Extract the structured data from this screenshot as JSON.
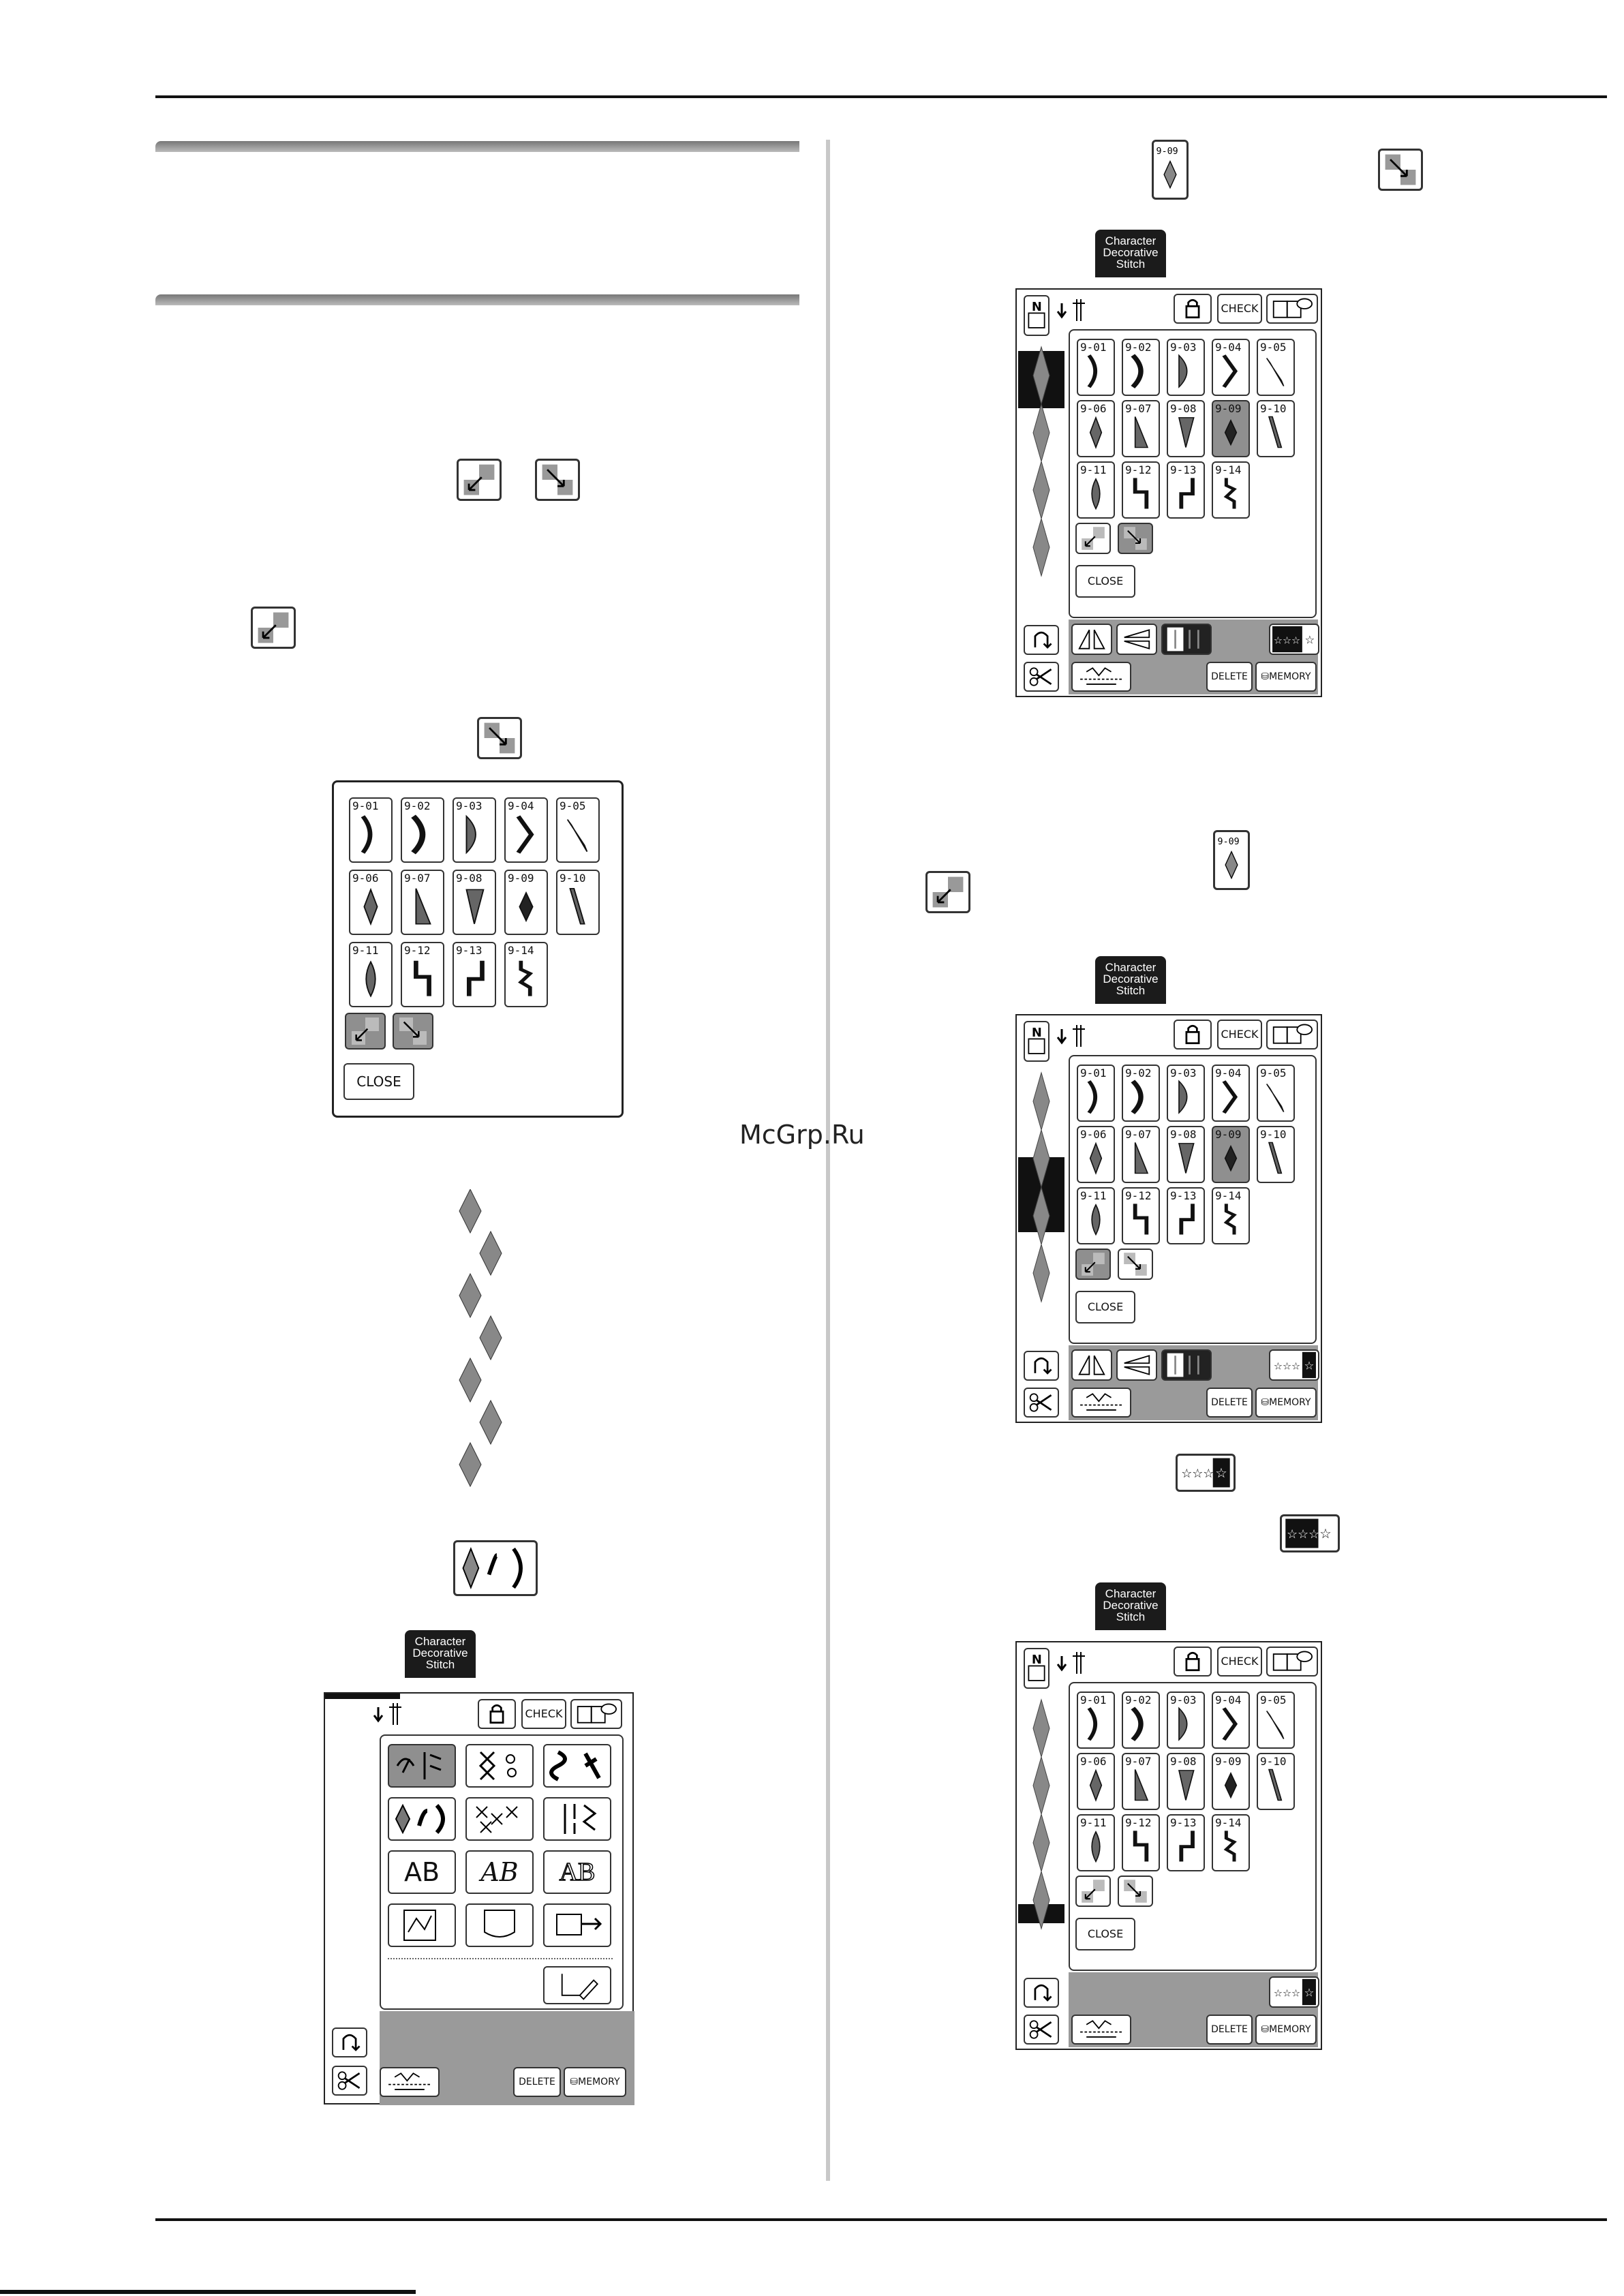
{
  "watermark": "McGrp.Ru",
  "screen_tab": {
    "line1": "Character",
    "line2": "Decorative",
    "line3": "Stitch"
  },
  "buttons": {
    "check": "CHECK",
    "close": "CLOSE",
    "delete": "DELETE",
    "memory": "MEMORY",
    "needle_count": "3"
  },
  "stitch_labels": [
    "9-01",
    "9-02",
    "9-03",
    "9-04",
    "9-05",
    "9-06",
    "9-07",
    "9-08",
    "9-09",
    "9-10",
    "9-11",
    "9-12",
    "9-13",
    "9-14"
  ],
  "inline_stitch_label": "9-09",
  "menu_letters": {
    "ab1": "AB",
    "ab2": "AB",
    "ab3": "AB"
  },
  "colors": {
    "selected": "#8f8f8f",
    "dark_bar": "#111111",
    "bottom_bar": "#9a9a9a"
  }
}
